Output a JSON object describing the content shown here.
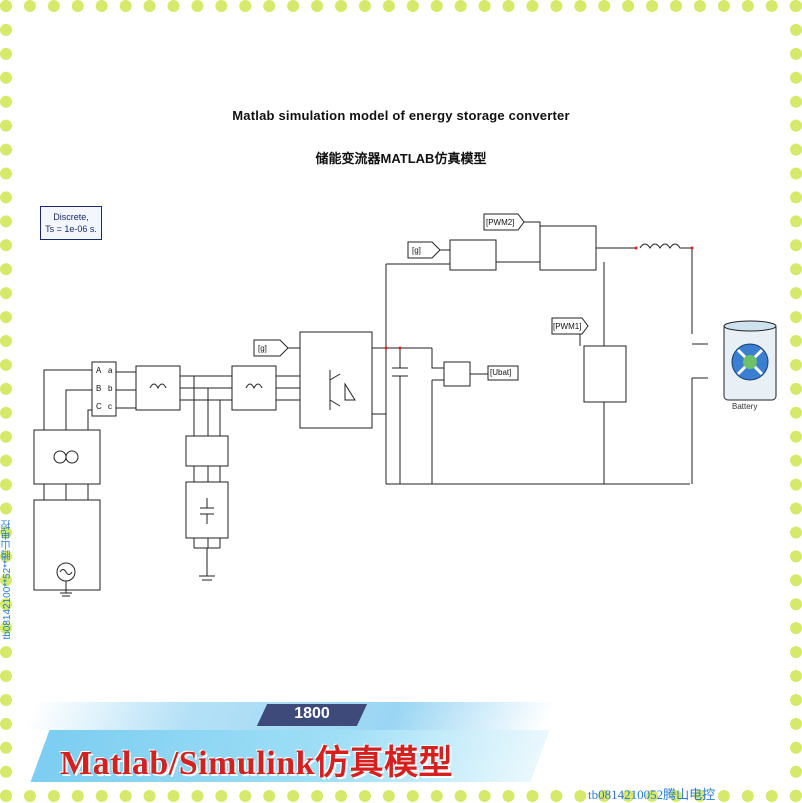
{
  "title_en": "Matlab simulation model of energy storage converter",
  "title_cn": "储能变流器MATLAB仿真模型",
  "powergui": {
    "line1": "Discrete,",
    "line2": "Ts = 1e-06 s."
  },
  "tags": {
    "g_left": "[g]",
    "g_top": "[g]",
    "pwm2": "[PWM2]",
    "pwm1": "[PWM1]",
    "ubat": "[Ubat]"
  },
  "meter_letters": {
    "a": "A",
    "b": "B",
    "c": "C",
    "aa": "a",
    "bb": "b",
    "cc": "c"
  },
  "battery_label": "Battery",
  "banner": {
    "number": "1800",
    "text": "Matlab/Simulink仿真模型"
  },
  "watermarks": {
    "left": "tb08142100**52**腾山电控",
    "bottom": "tb0814210052腾山电控"
  },
  "colors": {
    "banner_text": "#d52020",
    "banner_bg": "#8fd4f2",
    "border": "#d6e96a",
    "watermark": "#2a7bd0"
  }
}
